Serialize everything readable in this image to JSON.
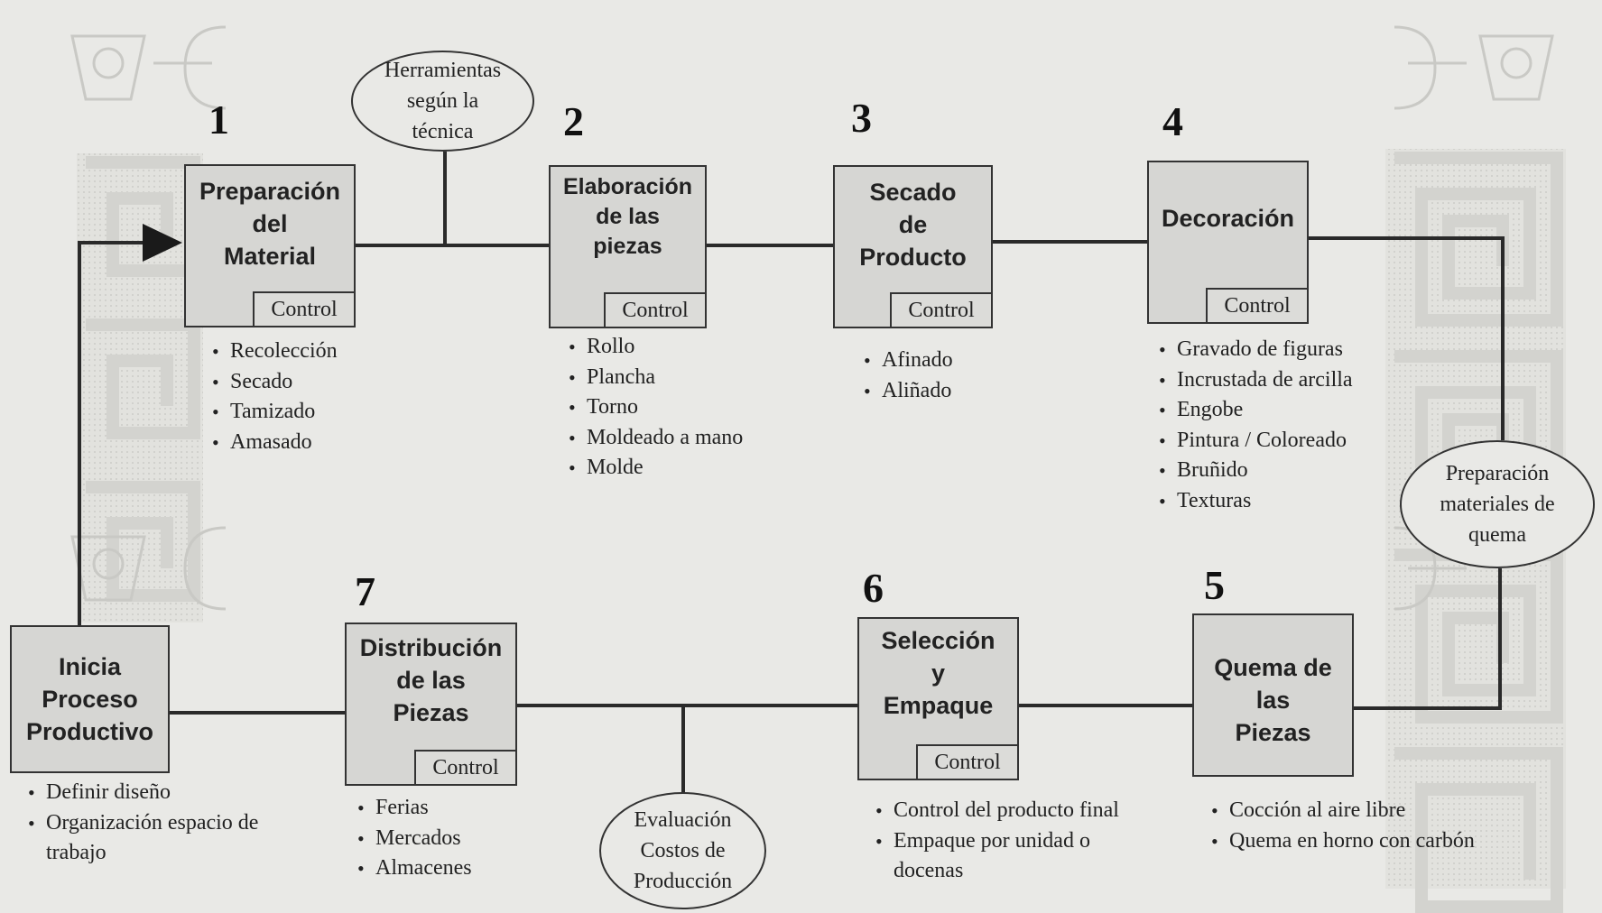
{
  "steps": [
    {
      "number": "1",
      "title": "Preparación\ndel\nMaterial",
      "control": "Control",
      "items": [
        "Recolección",
        "Secado",
        "Tamizado",
        "Amasado"
      ]
    },
    {
      "number": "2",
      "title": "Elaboración\nde  las\npiezas",
      "control": "Control",
      "items": [
        "Rollo",
        "Plancha",
        "Torno",
        "Moldeado a mano",
        "Molde"
      ]
    },
    {
      "number": "3",
      "title": "Secado\nde\nProducto",
      "control": "Control",
      "items": [
        "Afinado",
        "Aliñado"
      ]
    },
    {
      "number": "4",
      "title": "Decoración",
      "control": "Control",
      "items": [
        "Gravado de figuras",
        "Incrustada de arcilla",
        "Engobe",
        "Pintura / Coloreado",
        "Bruñido",
        "Texturas"
      ]
    },
    {
      "number": "5",
      "title": "Quema de\nlas\nPiezas",
      "items": [
        "Cocción al aire libre",
        "Quema en horno con carbón"
      ]
    },
    {
      "number": "6",
      "title": "Selección\ny\nEmpaque",
      "control": "Control",
      "items": [
        "Control del producto final",
        "Empaque por unidad o docenas"
      ]
    },
    {
      "number": "7",
      "title": "Distribución\nde las\nPiezas",
      "control": "Control",
      "items": [
        "Ferias",
        "Mercados",
        "Almacenes"
      ]
    }
  ],
  "start": {
    "title": "Inicia\nProceso\nProductivo",
    "items": [
      "Definir diseño",
      "Organización espacio de trabajo"
    ]
  },
  "ovals": {
    "tools": "Herramientas\nsegún la\ntécnica",
    "burn_materials": "Preparación\nmateriales de\nquema",
    "evaluation": "Evaluación\nCostos de\nProducción"
  }
}
